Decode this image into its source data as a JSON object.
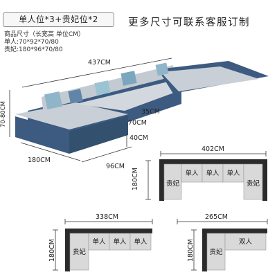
{
  "header": {
    "config_label": "单人位*3+贵妃位*2",
    "headline": "更多尺寸可联系客服订制"
  },
  "specs": {
    "line1": "商品尺寸（长宽高 单位CM）",
    "line2": "单人:70*92*70/80",
    "line3": "贵妃:180*96*70/80"
  },
  "photo_dims": {
    "total_length": "437CM",
    "height_back": "70-80CM",
    "arm_height": "35CM",
    "seat_width": "70CM",
    "seat_height": "40CM",
    "chaise_length": "180CM",
    "depth": "96CM"
  },
  "layout1": {
    "width": "402CM",
    "height": "180CM",
    "chaise_left": "贵妃",
    "chaise_right": "贵妃",
    "seats": [
      "单人",
      "单人",
      "单人"
    ]
  },
  "layout2": {
    "width": "338CM",
    "height": "180CM",
    "chaise": "贵妃",
    "seats": [
      "单人",
      "单人",
      "单人"
    ]
  },
  "layout3": {
    "width": "265CM",
    "height": "180CM",
    "chaise": "贵妃",
    "seat": "双人"
  },
  "colors": {
    "sofa_blue": "#3d5a80",
    "seat_grey": "#c9cfd6",
    "diagram_dark": "#2b2b2b",
    "diagram_light": "#d9d9d9"
  }
}
